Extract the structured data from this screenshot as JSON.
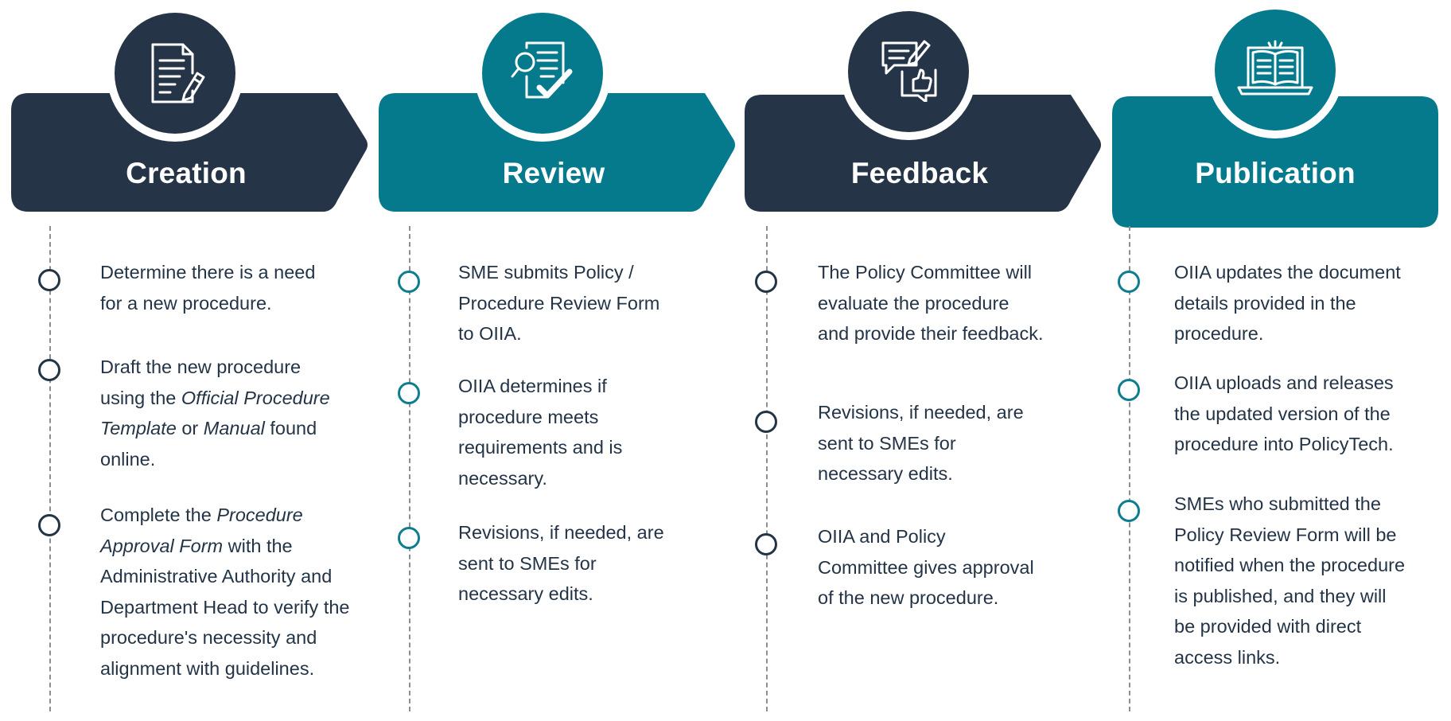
{
  "colors": {
    "navy": "#253547",
    "teal": "#057a8d",
    "text": "#243447"
  },
  "stages": [
    {
      "title": "Creation",
      "icon": "document-pen-icon",
      "steps": [
        {
          "parts": [
            {
              "t": "Determine there is a need"
            },
            {
              "br": true
            },
            {
              "t": "for a new procedure."
            }
          ]
        },
        {
          "parts": [
            {
              "t": "Draft the new procedure"
            },
            {
              "br": true
            },
            {
              "t": "using the "
            },
            {
              "t": "Official Procedure",
              "i": true
            },
            {
              "br": true
            },
            {
              "t": "Template",
              "i": true
            },
            {
              "t": " or "
            },
            {
              "t": "Manual",
              "i": true
            },
            {
              "t": " found"
            },
            {
              "br": true
            },
            {
              "t": "online."
            }
          ]
        },
        {
          "parts": [
            {
              "t": "Complete the "
            },
            {
              "t": "Procedure",
              "i": true
            },
            {
              "br": true
            },
            {
              "t": "Approval Form",
              "i": true
            },
            {
              "t": " with the"
            },
            {
              "br": true
            },
            {
              "t": "Administrative Authority and"
            },
            {
              "br": true
            },
            {
              "t": "Department Head to verify the"
            },
            {
              "br": true
            },
            {
              "t": "procedure's necessity and"
            },
            {
              "br": true
            },
            {
              "t": "alignment with guidelines."
            }
          ]
        }
      ]
    },
    {
      "title": "Review",
      "icon": "review-checklist-icon",
      "steps": [
        {
          "parts": [
            {
              "t": "SME submits Policy /"
            },
            {
              "br": true
            },
            {
              "t": "Procedure Review Form"
            },
            {
              "br": true
            },
            {
              "t": "to OIIA."
            }
          ]
        },
        {
          "parts": [
            {
              "t": "OIIA determines if"
            },
            {
              "br": true
            },
            {
              "t": "procedure meets"
            },
            {
              "br": true
            },
            {
              "t": "requirements and is"
            },
            {
              "br": true
            },
            {
              "t": "necessary."
            }
          ]
        },
        {
          "parts": [
            {
              "t": "Revisions, if needed, are"
            },
            {
              "br": true
            },
            {
              "t": "sent to SMEs for"
            },
            {
              "br": true
            },
            {
              "t": "necessary edits."
            }
          ]
        }
      ]
    },
    {
      "title": "Feedback",
      "icon": "feedback-chat-icon",
      "steps": [
        {
          "parts": [
            {
              "t": "The Policy Committee will"
            },
            {
              "br": true
            },
            {
              "t": "evaluate the procedure"
            },
            {
              "br": true
            },
            {
              "t": "and provide their feedback."
            }
          ]
        },
        {
          "parts": [
            {
              "t": "Revisions, if needed, are"
            },
            {
              "br": true
            },
            {
              "t": "sent to SMEs for"
            },
            {
              "br": true
            },
            {
              "t": "necessary edits."
            }
          ]
        },
        {
          "parts": [
            {
              "t": "OIIA and Policy"
            },
            {
              "br": true
            },
            {
              "t": "Committee gives approval"
            },
            {
              "br": true
            },
            {
              "t": "of the new procedure."
            }
          ]
        }
      ]
    },
    {
      "title": "Publication",
      "icon": "open-book-laptop-icon",
      "steps": [
        {
          "parts": [
            {
              "t": "OIIA updates the document"
            },
            {
              "br": true
            },
            {
              "t": "details provided in the"
            },
            {
              "br": true
            },
            {
              "t": "procedure."
            }
          ]
        },
        {
          "parts": [
            {
              "t": "OIIA uploads and releases"
            },
            {
              "br": true
            },
            {
              "t": "the updated version of the"
            },
            {
              "br": true
            },
            {
              "t": "procedure into PolicyTech."
            }
          ]
        },
        {
          "parts": [
            {
              "t": "SMEs who submitted the"
            },
            {
              "br": true
            },
            {
              "t": "Policy Review Form will be"
            },
            {
              "br": true
            },
            {
              "t": "notified when the procedure"
            },
            {
              "br": true
            },
            {
              "t": "is published, and they will"
            },
            {
              "br": true
            },
            {
              "t": "be provided with direct"
            },
            {
              "br": true
            },
            {
              "t": "access links."
            }
          ]
        }
      ]
    }
  ]
}
